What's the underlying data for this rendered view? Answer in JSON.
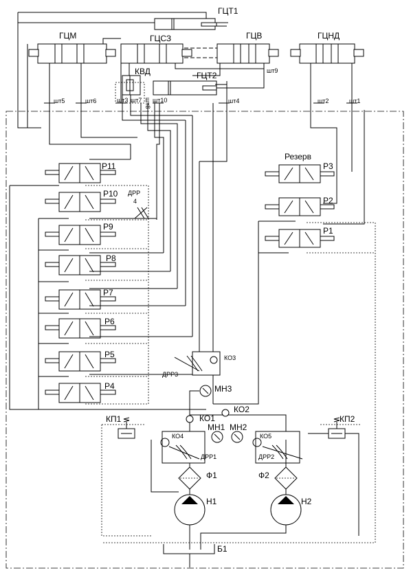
{
  "cylinders": {
    "gct1": "ГЦТ1",
    "gcm": "ГЦМ",
    "gcsz": "ГЦСЗ",
    "gcv": "ГЦВ",
    "gcnd": "ГЦНД",
    "gct2": "ГЦТ2",
    "kvd": "КВД"
  },
  "ports": {
    "sht9": "шт9",
    "sht5": "шт5",
    "sht6": "шт6",
    "sht3": "шт3",
    "sht7": "шт7",
    "sht8": "шт8",
    "sht10": "шт10",
    "sht4": "шт4",
    "sht2": "шт2",
    "sht1": "шт1"
  },
  "valves": {
    "p11": "Р11",
    "p10": "Р10",
    "p9": "Р9",
    "p8": "Р8",
    "p7": "Р7",
    "p6": "Р6",
    "p5": "Р5",
    "p4": "Р4",
    "p3": "Р3",
    "p2": "Р2",
    "p1": "Р1",
    "reserve": "Резерв"
  },
  "throttles": {
    "drr4_line1": "ДРР",
    "drr4_line2": "4",
    "drr3": "ДРР3",
    "drr1": "ДРР1",
    "drr2": "ДРР2"
  },
  "check_valves": {
    "ko1": "КО1",
    "ko2": "КО2",
    "ko3": "КО3",
    "ko4": "КО4",
    "ko5": "КО5"
  },
  "gauges": {
    "mn1": "МН1",
    "mn2": "МН2",
    "mn3": "МН3"
  },
  "relief_valves": {
    "kp1": "КП1",
    "kp2": "КП2"
  },
  "filters": {
    "f1": "Ф1",
    "f2": "Ф2"
  },
  "pumps": {
    "n1": "Н1",
    "n2": "Н2"
  },
  "tank": {
    "b1": "Б1"
  }
}
